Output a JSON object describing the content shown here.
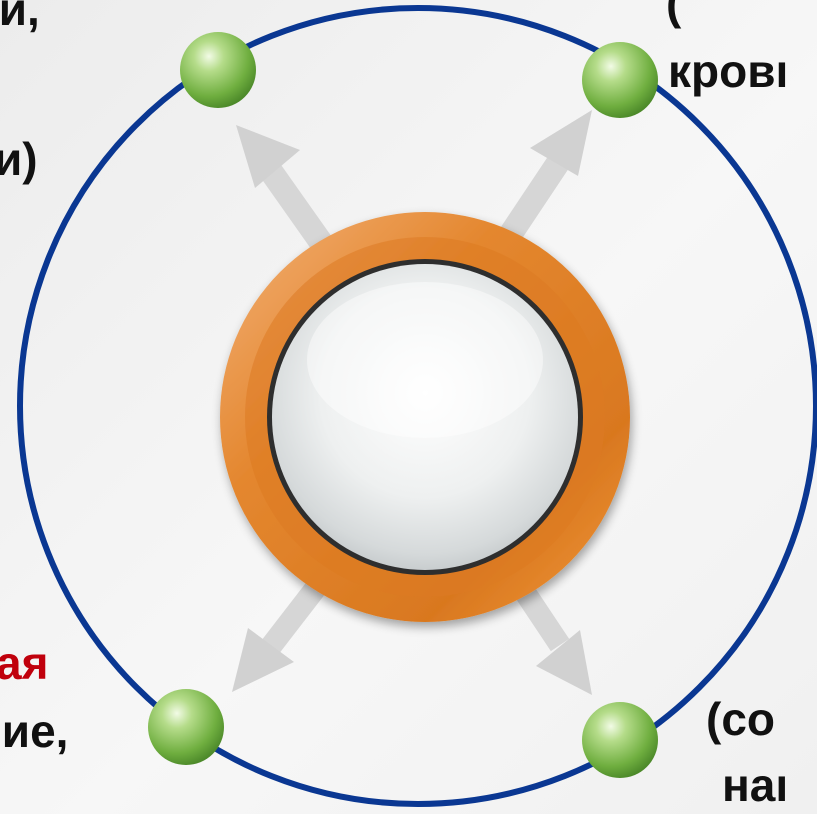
{
  "colors": {
    "ring": "#0a3792",
    "arrow": "#d4d4d4",
    "node": "#7bb84a",
    "hub_outer": "#e0822d",
    "hub_inner": "#eeeeee",
    "highlight_text": "#c0000c"
  },
  "labels": {
    "top_left_line1": "ıй,",
    "top_left_line2": "и)",
    "top_right_line1": "(",
    "top_right_line2": "кровı",
    "bottom_left_line1": "ая",
    "bottom_left_line2": "ние,",
    "bottom_right_line1": "(со",
    "bottom_right_line2": "наı"
  }
}
